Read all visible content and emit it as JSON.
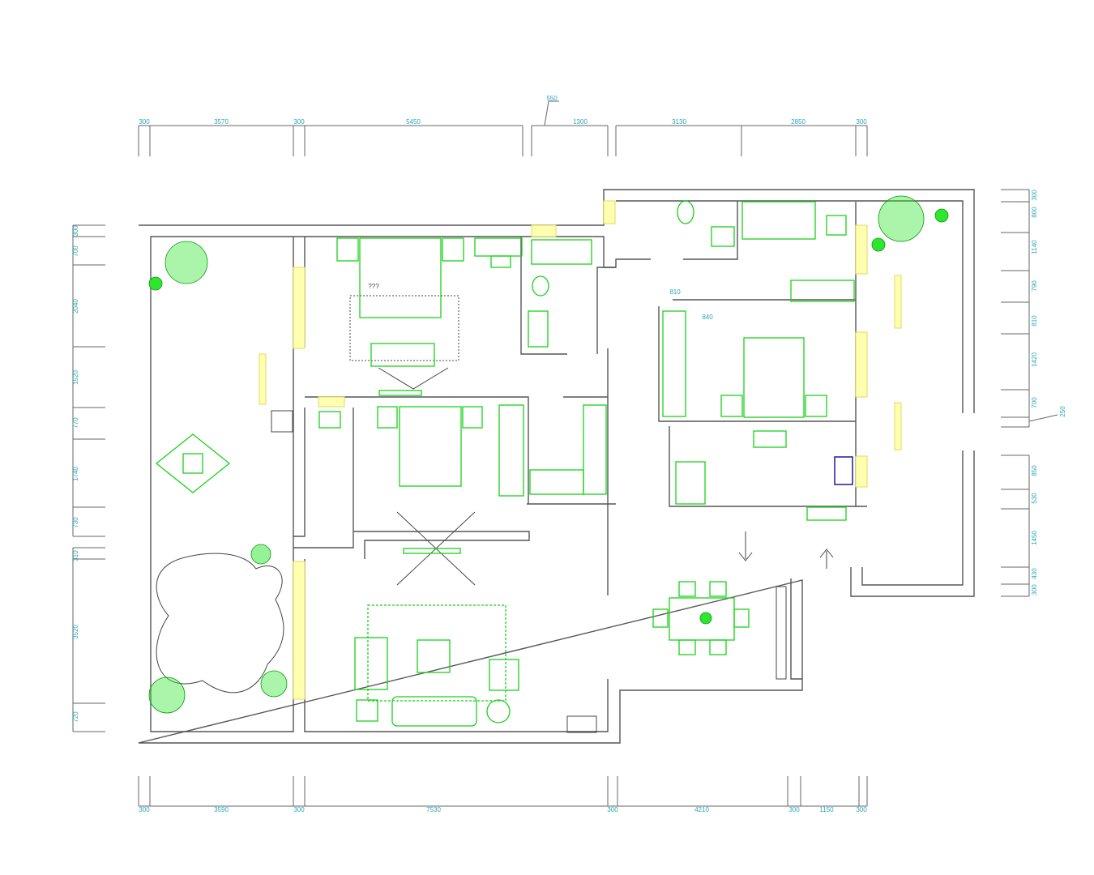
{
  "drawing": {
    "dimensions_top": [
      "300",
      "3570",
      "300",
      "5450",
      "550",
      "1300",
      "3130",
      "2850",
      "300"
    ],
    "dimensions_bottom": [
      "300",
      "3590",
      "300",
      "7530",
      "300",
      "4210",
      "300",
      "1150",
      "300"
    ],
    "dimensions_left": [
      "300",
      "700",
      "2040",
      "1520",
      "770",
      "1740",
      "730",
      "310",
      "3520",
      "720"
    ],
    "dimensions_right": [
      "300",
      "800",
      "1140",
      "790",
      "810",
      "1420",
      "700",
      "250",
      "850",
      "530",
      "1450",
      "430",
      "300"
    ],
    "annotations": [
      "810",
      "840",
      "???"
    ]
  },
  "colors": {
    "wall": "#555555",
    "furniture": "#19d219",
    "dimension_text": "#2aa7b8",
    "window": "#ffffb0"
  }
}
